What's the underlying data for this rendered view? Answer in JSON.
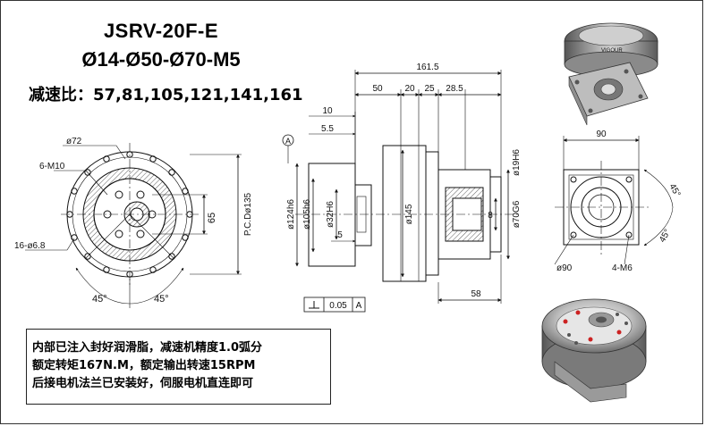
{
  "title": {
    "model": "JSRV-20F-E",
    "flange_spec": "Ø14-Ø50-Ø70-M5",
    "ratio_label": "减速比：",
    "ratios": "57,81,105,121,141,161"
  },
  "notes": [
    "内部已注入封好润滑脂，减速机精度1.0弧分",
    "额定转矩167N.M，额定输出转速15RPM",
    "后接电机法兰已安装好，伺服电机直连即可"
  ],
  "front_view": {
    "dims": {
      "d72": "ø72",
      "m10": "6-M10",
      "holes": "16-ø6.8",
      "h65": "65",
      "pcd": "P.C.Dø135",
      "ang_left": "45°",
      "ang_right": "45°"
    }
  },
  "side_view": {
    "dims": {
      "total": "161.5",
      "l50": "50",
      "l20": "20",
      "l25": "25",
      "l28": "28.5",
      "l10": "10",
      "l55": "5.5",
      "l5": "5",
      "l58": "58",
      "l8": "8",
      "d124": "ø124h6",
      "d105": "ø105h6",
      "d32": "ø32H6",
      "d145": "ø145",
      "d19": "ø19H6",
      "d70": "ø70G6",
      "datum": "A",
      "tol_value": "0.05",
      "tol_datum": "A"
    }
  },
  "rear_view": {
    "dims": {
      "w90": "90",
      "d90": "ø90",
      "m6": "4-M6",
      "a1": "45°",
      "a2": "45°"
    }
  },
  "photo_label": "VIGOUR"
}
